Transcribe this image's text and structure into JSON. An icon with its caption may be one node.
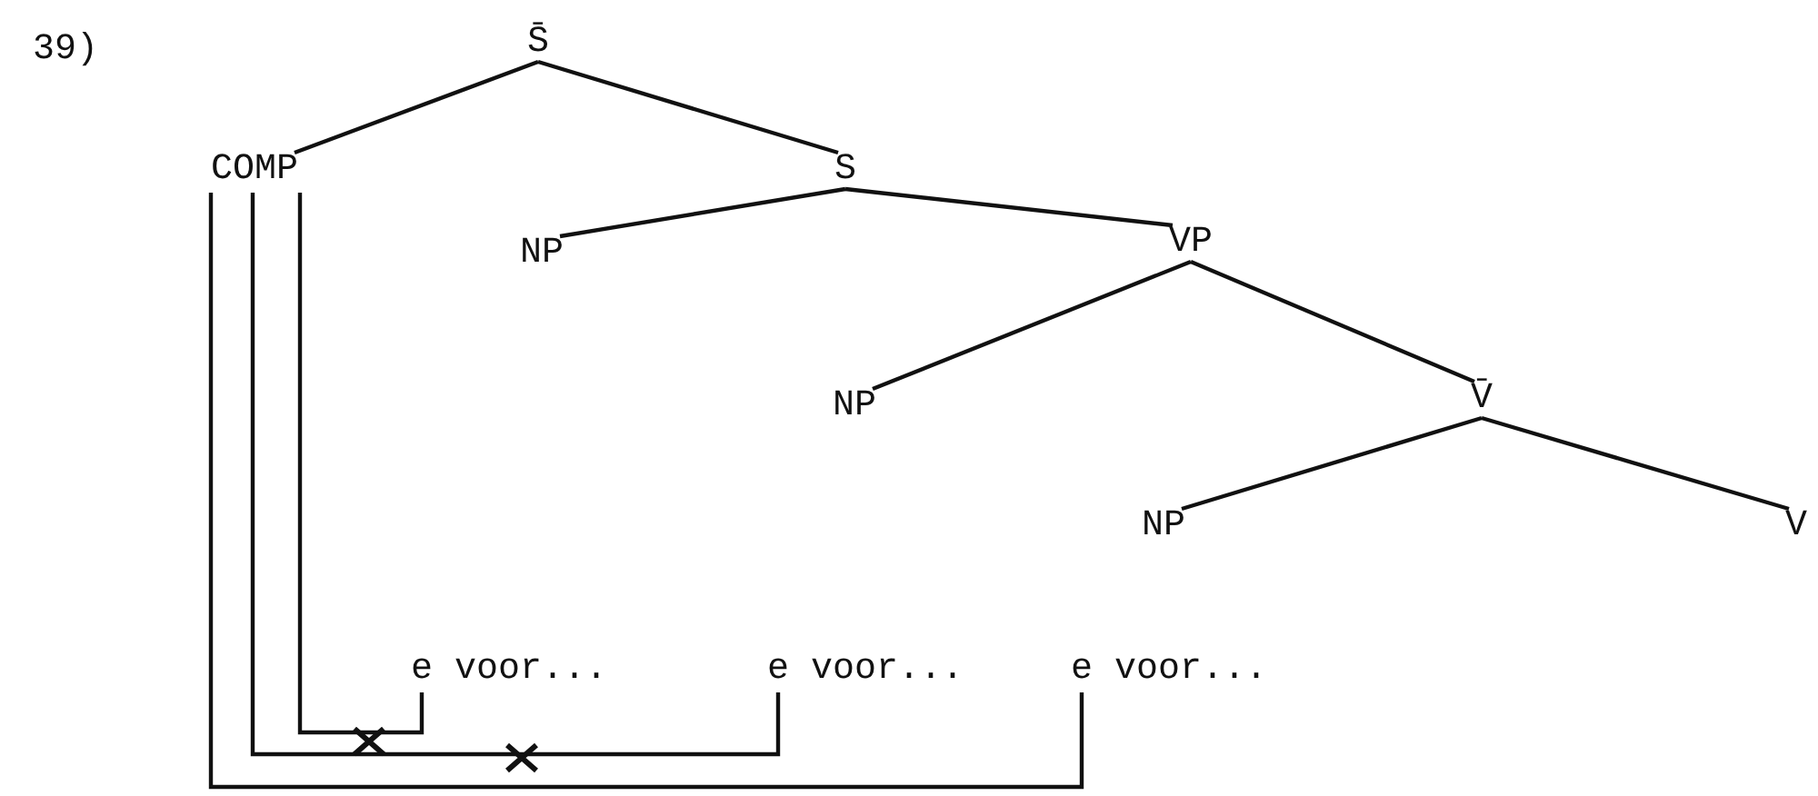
{
  "diagram": {
    "nodes": [
      {
        "text": [
          "S̄"
        ]
      },
      {
        "text": [
          "COMP"
        ]
      },
      {
        "text": [
          "S"
        ]
      },
      {
        "text": [
          "NP"
        ]
      },
      {
        "text": [
          "VP"
        ]
      },
      {
        "text": [
          "NP"
        ]
      },
      {
        "text": [
          "V̄"
        ]
      },
      {
        "text": [
          "NP"
        ]
      },
      {
        "text": [
          "V"
        ]
      },
      {
        "text": [
          "e voor..."
        ]
      },
      {
        "text": [
          "e voor..."
        ]
      },
      {
        "text": [
          "e voor..."
        ]
      }
    ],
    "edges": [
      {
        "from": 0,
        "to": 1,
        "arrow": "none"
      },
      {
        "from": 0,
        "to": 2,
        "arrow": "none"
      },
      {
        "from": 2,
        "to": 3,
        "arrow": "none"
      },
      {
        "from": 2,
        "to": 4,
        "arrow": "none"
      },
      {
        "from": 4,
        "to": 5,
        "arrow": "none"
      },
      {
        "from": 4,
        "to": 6,
        "arrow": "none"
      },
      {
        "from": 6,
        "to": 7,
        "arrow": "none"
      },
      {
        "from": 6,
        "to": 8,
        "arrow": "none"
      },
      {
        "from": 1,
        "to": 9,
        "arrow": "none"
      },
      {
        "from": 1,
        "to": 10,
        "arrow": "none"
      },
      {
        "from": 1,
        "to": 11,
        "arrow": "none"
      }
    ],
    "labels": [
      "39)"
    ]
  }
}
